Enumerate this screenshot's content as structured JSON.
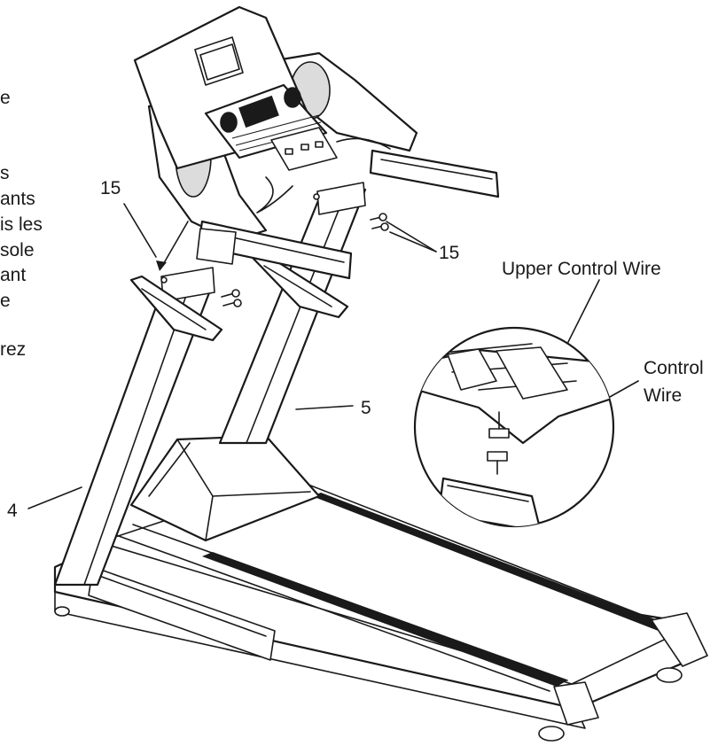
{
  "text_fragments": [
    "e",
    "s",
    "ants",
    "is les",
    "sole",
    "ant",
    "e",
    "rez"
  ],
  "callouts": {
    "part_15_left": "15",
    "part_15_right": "15",
    "part_5": "5",
    "part_4": "4",
    "upper_control_wire": "Upper Control Wire",
    "control_wire_line1": "Control",
    "control_wire_line2": "Wire"
  }
}
